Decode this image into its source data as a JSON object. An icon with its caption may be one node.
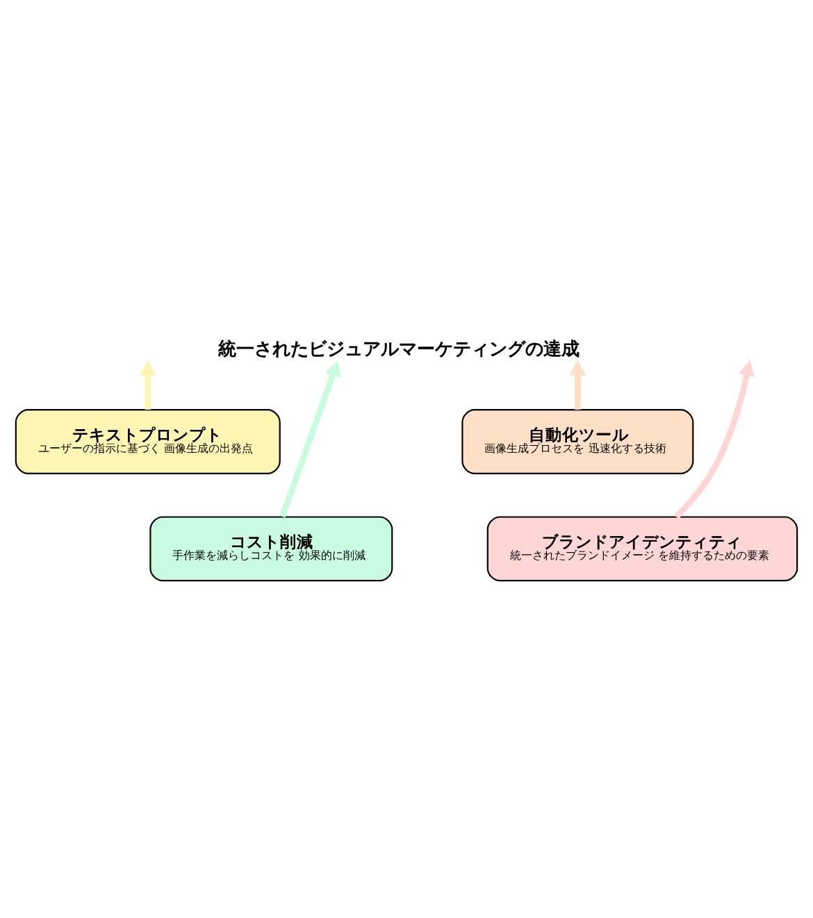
{
  "diagram": {
    "title": "統一されたビジュアルマーケティングの達成",
    "nodes": [
      {
        "text": [
          "テキストプロンプト",
          "ユーザーの指示に基づく 画像生成の出発点"
        ]
      },
      {
        "text": [
          "自動化ツール",
          "画像生成プロセスを 迅速化する技術"
        ]
      },
      {
        "text": [
          "コスト削減",
          "手作業を減らしコストを 効果的に削減"
        ]
      },
      {
        "text": [
          "ブランドアイデンティティ",
          "統一されたブランドイメージ を維持するための要素"
        ]
      }
    ],
    "edges": [
      {
        "from": 0,
        "to": null,
        "arrow": "to",
        "color": "#fff6b3"
      },
      {
        "from": 2,
        "to": null,
        "arrow": "to",
        "color": "#c8fbe0"
      },
      {
        "from": 3,
        "to": null,
        "arrow": "to",
        "color": "#ffd6d6"
      },
      {
        "from": 1,
        "to": null,
        "arrow": "to",
        "color": "#ffe0c7"
      }
    ]
  }
}
